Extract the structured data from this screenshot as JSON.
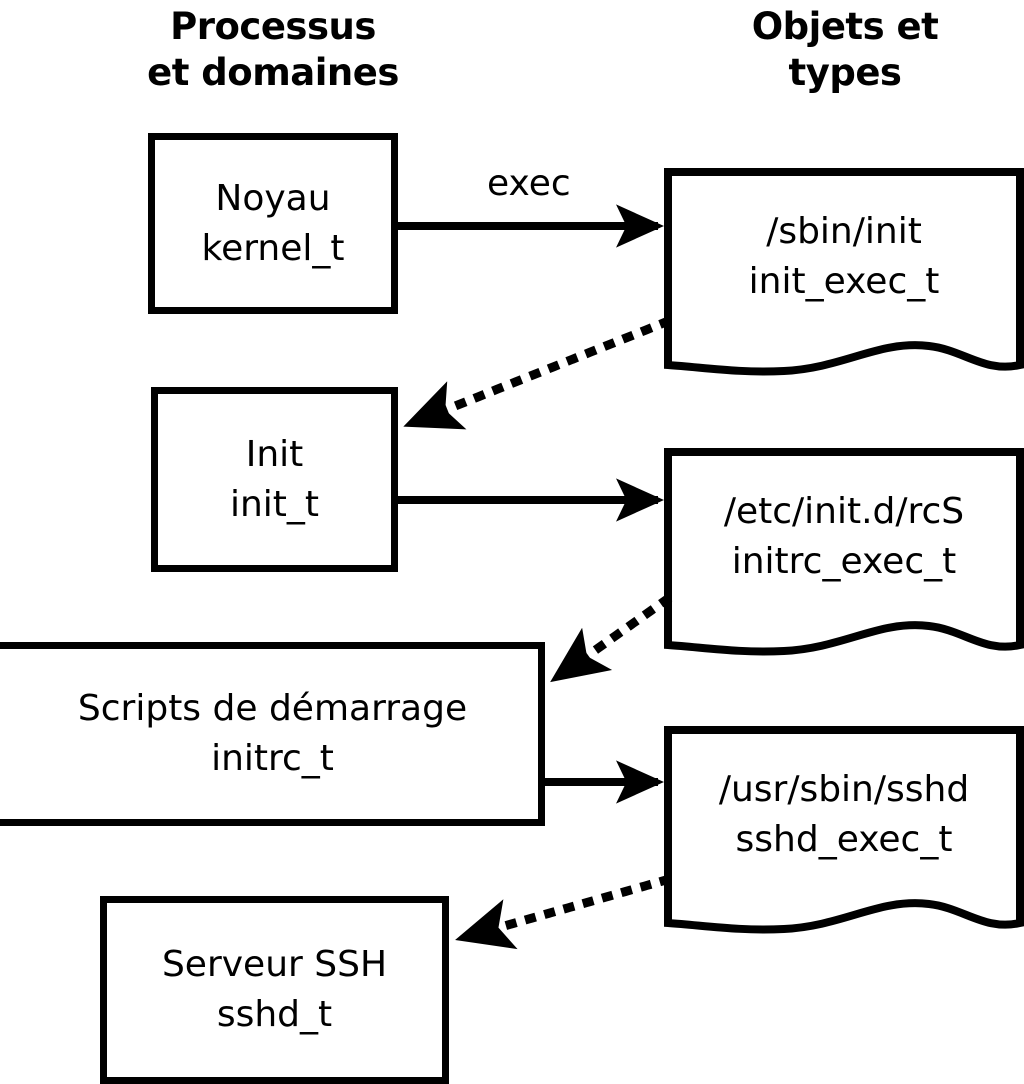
{
  "headers": {
    "left": "Processus\net domaines",
    "right": "Objets et\ntypes"
  },
  "processes": [
    {
      "id": "kernel",
      "label": "Noyau\nkernel_t"
    },
    {
      "id": "init",
      "label": "Init\ninit_t"
    },
    {
      "id": "initrc",
      "label": "Scripts de démarrage\ninitrc_t"
    },
    {
      "id": "sshd",
      "label": "Serveur SSH\nsshd_t"
    }
  ],
  "objects": [
    {
      "id": "init-exec",
      "label": "/sbin/init\ninit_exec_t"
    },
    {
      "id": "initrc-exec",
      "label": "/etc/init.d/rcS\ninitrc_exec_t"
    },
    {
      "id": "sshd-exec",
      "label": "/usr/sbin/sshd\nsshd_exec_t"
    }
  ],
  "edges": [
    {
      "id": "kernel-exec-init",
      "label": "exec",
      "style": "solid"
    },
    {
      "id": "init-exec-to-init",
      "label": "",
      "style": "dotted"
    },
    {
      "id": "init-exec-rcs",
      "label": "",
      "style": "solid"
    },
    {
      "id": "rcs-to-initrc",
      "label": "",
      "style": "dotted"
    },
    {
      "id": "initrc-exec-sshd",
      "label": "",
      "style": "solid"
    },
    {
      "id": "sshd-exec-to-sshd",
      "label": "",
      "style": "dotted"
    }
  ],
  "colors": {
    "stroke": "#000000",
    "fill": "#ffffff"
  }
}
